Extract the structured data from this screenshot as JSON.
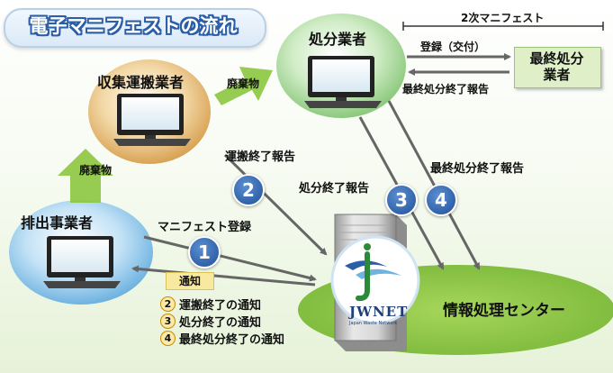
{
  "title": "電子マニフェストの流れ",
  "nodes": {
    "discharger": "排出事業者",
    "transporter": "収集運搬業者",
    "disposer": "処分業者",
    "final_disposer": "最終処分\n業者",
    "center": "情報処理センター"
  },
  "jwnet": {
    "logo_text": "JWNET",
    "logo_small": "Japan Waste Network"
  },
  "flow_labels": {
    "waste_1": "廃棄物",
    "waste_2": "廃棄物",
    "secondary_manifest": "2次マニフェスト",
    "registration_issue": "登録（交付）",
    "final_report_side": "最終処分終了報告",
    "transport_report": "運搬終了報告",
    "disposal_report": "処分終了報告",
    "final_report": "最終処分終了報告",
    "manifest_registration": "マニフェスト登録",
    "notice": "通知"
  },
  "steps": [
    "1",
    "2",
    "3",
    "4"
  ],
  "notices": [
    {
      "num": "2",
      "text": "運搬終了の通知"
    },
    {
      "num": "3",
      "text": "処分終了の通知"
    },
    {
      "num": "4",
      "text": "最終処分終了の通知"
    }
  ],
  "colors": {
    "title_blue": "#2a5fa8",
    "step_blue": "#2d5fa6",
    "arrow_gray": "#666666",
    "waste_arrow_green": "#8cc63f",
    "center_ellipse_green": "#8cc63f",
    "discharger_bubble": "#8fc7ea",
    "transporter_bubble": "#e6b96f",
    "disposer_bubble": "#a6d99a"
  }
}
